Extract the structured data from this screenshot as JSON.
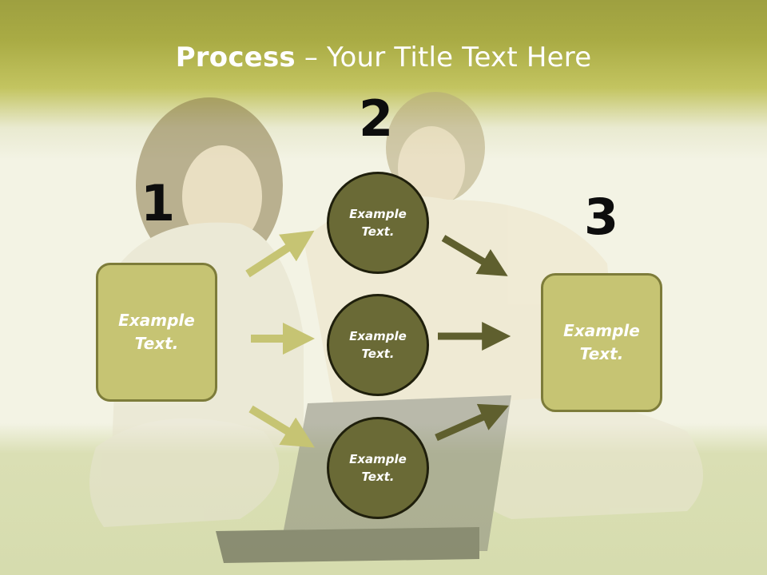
{
  "slide": {
    "title_bold": "Process",
    "title_rest": " – Your Title Text Here",
    "step_numbers": [
      "1",
      "2",
      "3"
    ],
    "left_box_text": "Example\nText.",
    "right_box_text": "Example\nText.",
    "circle_texts": [
      "Example\nText.",
      "Example\nText.",
      "Example\nText."
    ]
  },
  "colors": {
    "title_band": "#a9ab44",
    "box_fill": "#c6c473",
    "box_border": "#7d7c3a",
    "circle_fill": "#6a6a36",
    "light_arrow": "#c6c473",
    "dark_arrow": "#5f5f2e"
  }
}
